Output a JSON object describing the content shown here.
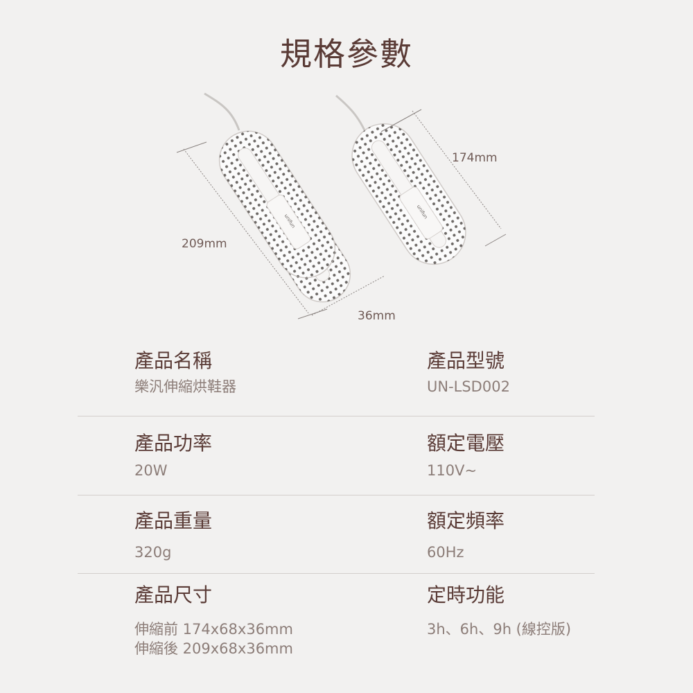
{
  "title": "規格參數",
  "dimensions": {
    "length_extended": "209mm",
    "length_retracted": "174mm",
    "thickness": "36mm"
  },
  "brand_mark": "unifun",
  "specs": [
    {
      "left": {
        "label": "產品名稱",
        "value": "樂汎伸縮烘鞋器"
      },
      "right": {
        "label": "產品型號",
        "value": "UN-LSD002"
      }
    },
    {
      "left": {
        "label": "產品功率",
        "value": "20W"
      },
      "right": {
        "label": "額定電壓",
        "value": "110V~"
      }
    },
    {
      "left": {
        "label": "產品重量",
        "value": "320g"
      },
      "right": {
        "label": "額定頻率",
        "value": "60Hz"
      }
    },
    {
      "left": {
        "label": "產品尺寸",
        "value_lines": [
          "伸縮前 174x68x36mm",
          "伸縮後 209x68x36mm"
        ]
      },
      "right": {
        "label": "定時功能",
        "value": "3h、6h、9h (線控版)"
      }
    }
  ],
  "colors": {
    "background": "#f2f1f0",
    "heading": "#5a3b36",
    "value_text": "#8c7d78",
    "divider": "#d3cfcc"
  }
}
